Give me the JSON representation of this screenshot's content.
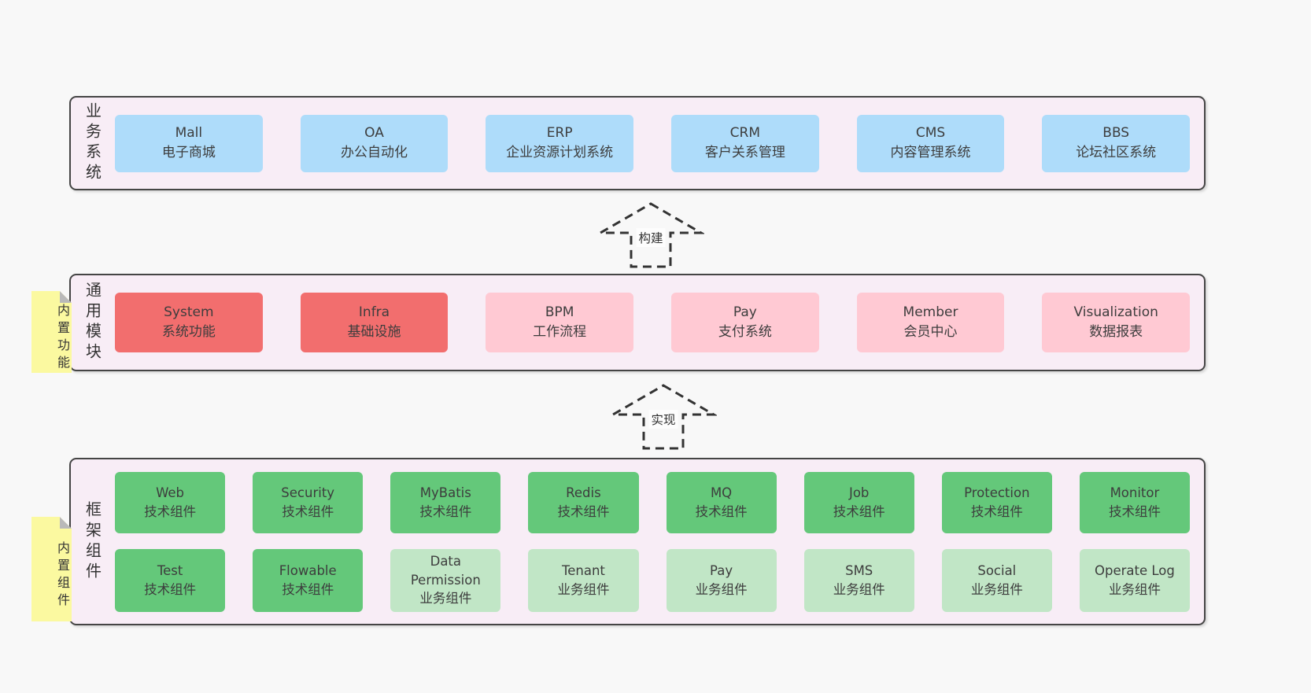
{
  "colors": {
    "bg": "#f8f8f8",
    "panel_bg": "#f8edf6",
    "panel_border": "#454545",
    "blue": "#aedcfa",
    "red": "#f26e6e",
    "pink": "#ffc9d3",
    "green": "#64c87a",
    "green_light": "#c1e6c6",
    "yellow": "#fbf9a0",
    "fold": "#b9b9b9",
    "arrow": "#333333"
  },
  "sections": {
    "business": {
      "label": "业务系统",
      "items": [
        {
          "name": "Mall",
          "desc": "电子商城"
        },
        {
          "name": "OA",
          "desc": "办公自动化"
        },
        {
          "name": "ERP",
          "desc": "企业资源计划系统"
        },
        {
          "name": "CRM",
          "desc": "客户关系管理"
        },
        {
          "name": "CMS",
          "desc": "内容管理系统"
        },
        {
          "name": "BBS",
          "desc": "论坛社区系统"
        }
      ]
    },
    "modules": {
      "label": "通用模块",
      "note": "内置功能",
      "items": [
        {
          "name": "System",
          "desc": "系统功能"
        },
        {
          "name": "Infra",
          "desc": "基础设施"
        },
        {
          "name": "BPM",
          "desc": "工作流程"
        },
        {
          "name": "Pay",
          "desc": "支付系统"
        },
        {
          "name": "Member",
          "desc": "会员中心"
        },
        {
          "name": "Visualization",
          "desc": "数据报表"
        }
      ]
    },
    "framework": {
      "label": "框架组件",
      "note": "内置组件",
      "row1": [
        {
          "name": "Web",
          "desc": "技术组件"
        },
        {
          "name": "Security",
          "desc": "技术组件"
        },
        {
          "name": "MyBatis",
          "desc": "技术组件"
        },
        {
          "name": "Redis",
          "desc": "技术组件"
        },
        {
          "name": "MQ",
          "desc": "技术组件"
        },
        {
          "name": "Job",
          "desc": "技术组件"
        },
        {
          "name": "Protection",
          "desc": "技术组件"
        },
        {
          "name": "Monitor",
          "desc": "技术组件"
        }
      ],
      "row2": [
        {
          "name": "Test",
          "desc": "技术组件"
        },
        {
          "name": "Flowable",
          "desc": "技术组件"
        },
        {
          "name": "Data Permission",
          "desc": "业务组件"
        },
        {
          "name": "Tenant",
          "desc": "业务组件"
        },
        {
          "name": "Pay",
          "desc": "业务组件"
        },
        {
          "name": "SMS",
          "desc": "业务组件"
        },
        {
          "name": "Social",
          "desc": "业务组件"
        },
        {
          "name": "Operate Log",
          "desc": "业务组件"
        }
      ]
    }
  },
  "arrows": {
    "build": "构建",
    "implement": "实现"
  }
}
